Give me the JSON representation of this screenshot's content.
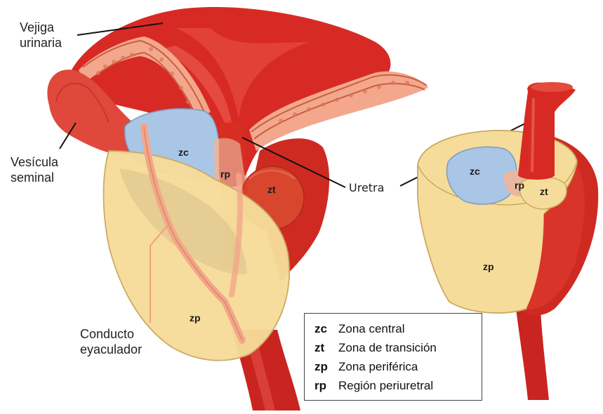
{
  "labels": {
    "bladder": [
      "Vejiga",
      "urinaria"
    ],
    "seminal_vesicle": [
      "Vesícula",
      "seminal"
    ],
    "urethra": "Uretra",
    "ejaculatory_duct": [
      "Conducto",
      "eyaculador"
    ]
  },
  "zones": {
    "zc": "zc",
    "zt": "zt",
    "zp": "zp",
    "rp": "rp"
  },
  "legend": [
    {
      "code": "zc",
      "text": "Zona central"
    },
    {
      "code": "zt",
      "text": "Zona de transición"
    },
    {
      "code": "zp",
      "text": "Zona periférica"
    },
    {
      "code": "rp",
      "text": "Región periuretral"
    }
  ],
  "colors": {
    "bladder_red": "#d82a24",
    "dark_red": "#b81c1a",
    "central_zone_blue": "#a9c6e6",
    "peripheral_zone_yellow": "#f6dc9a",
    "transition_zone": "#d8462e",
    "periurethral_zone": "#e9b6a0"
  }
}
